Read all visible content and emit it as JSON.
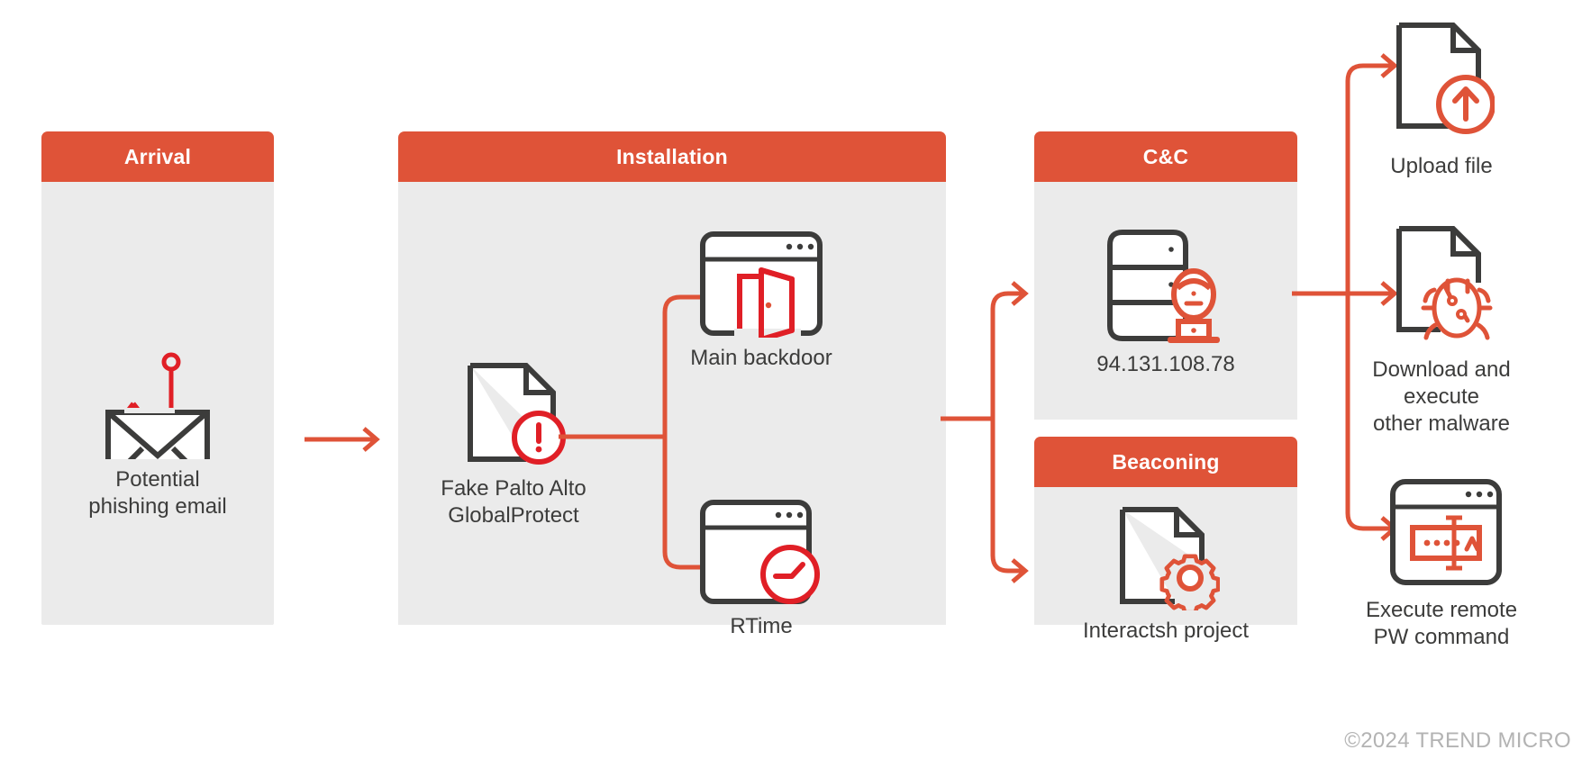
{
  "colors": {
    "accent": "#df5338",
    "accent_dark": "#d9281f",
    "panel_bg": "#ebebeb",
    "ink": "#3c3c3b",
    "footer_text": "#b3b3b3",
    "page_bg": "#ffffff"
  },
  "stages": [
    {
      "id": "arrival",
      "title": "Arrival"
    },
    {
      "id": "installation",
      "title": "Installation"
    },
    {
      "id": "cc",
      "title": "C&C"
    },
    {
      "id": "beaconing",
      "title": "Beaconing"
    }
  ],
  "nodes": {
    "phishing_email": {
      "label": "Potential\nphishing email",
      "icon": "envelope-hook-icon"
    },
    "fake_globalprotect": {
      "label": "Fake Palto Alto\nGlobalProtect",
      "icon": "file-warning-icon"
    },
    "main_backdoor": {
      "label": "Main backdoor",
      "icon": "browser-open-door-icon"
    },
    "rtime": {
      "label": "RTime",
      "icon": "browser-clock-icon"
    },
    "cc_server": {
      "label": "94.131.108.78",
      "icon": "server-hacker-icon"
    },
    "interactsh": {
      "label": "Interactsh project",
      "icon": "file-gear-icon"
    },
    "upload_file": {
      "label": "Upload file",
      "icon": "file-upload-icon"
    },
    "download_malware": {
      "label": "Download and\nexecute\nother malware",
      "icon": "file-bug-icon"
    },
    "execute_pw": {
      "label": "Execute remote\nPW command",
      "icon": "browser-password-icon"
    }
  },
  "footer": {
    "copyright": "©2024 TREND MICRO"
  }
}
